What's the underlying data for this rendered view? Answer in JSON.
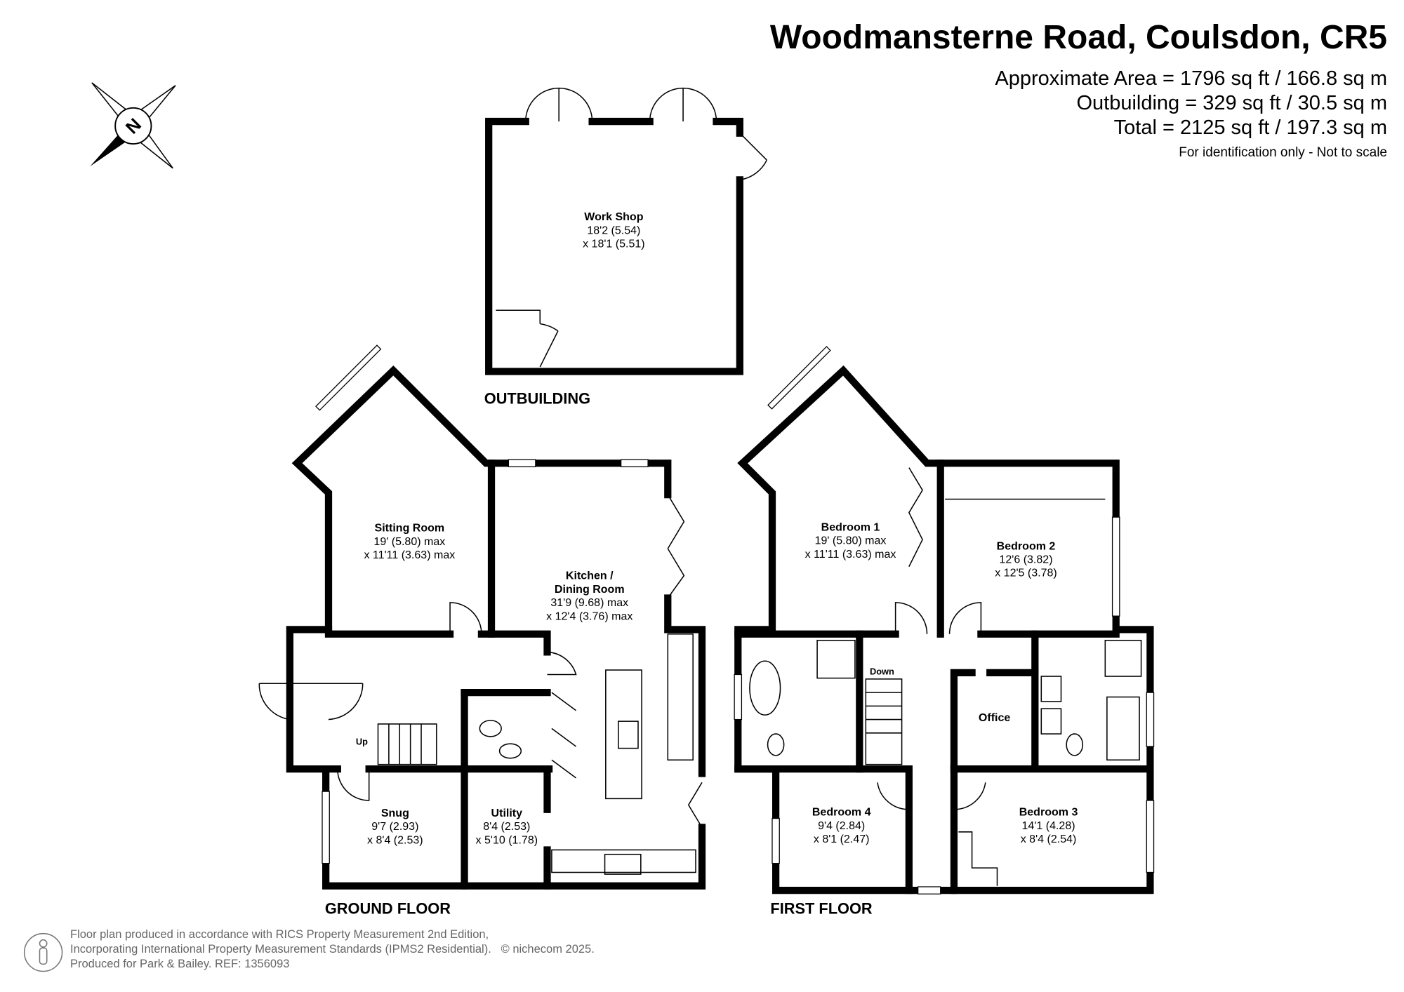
{
  "header": {
    "title": "Woodmansterne Road, Coulsdon, CR5",
    "approx_area": "Approximate Area = 1796 sq ft / 166.8 sq m",
    "outbuilding_area": "Outbuilding = 329 sq ft / 30.5 sq m",
    "total_area": "Total = 2125 sq ft / 197.3 sq m",
    "disclaimer": "For identification only - Not to scale"
  },
  "compass": {
    "letter": "N"
  },
  "floors": {
    "outbuilding": "OUTBUILDING",
    "ground": "GROUND FLOOR",
    "first": "FIRST FLOOR"
  },
  "rooms": {
    "workshop": {
      "name": "Work Shop",
      "dim1": "18'2 (5.54)",
      "dim2": "x 18'1 (5.51)"
    },
    "sitting": {
      "name": "Sitting Room",
      "dim1": "19' (5.80) max",
      "dim2": "x 11'11 (3.63) max"
    },
    "kitchen": {
      "name1": "Kitchen /",
      "name2": "Dining Room",
      "dim1": "31'9 (9.68) max",
      "dim2": "x 12'4 (3.76) max"
    },
    "snug": {
      "name": "Snug",
      "dim1": "9'7 (2.93)",
      "dim2": "x 8'4 (2.53)"
    },
    "utility": {
      "name": "Utility",
      "dim1": "8'4 (2.53)",
      "dim2": "x 5'10 (1.78)"
    },
    "bedroom1": {
      "name": "Bedroom 1",
      "dim1": "19' (5.80) max",
      "dim2": "x 11'11 (3.63) max"
    },
    "bedroom2": {
      "name": "Bedroom 2",
      "dim1": "12'6 (3.82)",
      "dim2": "x 12'5 (3.78)"
    },
    "bedroom3": {
      "name": "Bedroom 3",
      "dim1": "14'1 (4.28)",
      "dim2": "x 8'4 (2.54)"
    },
    "bedroom4": {
      "name": "Bedroom 4",
      "dim1": "9'4 (2.84)",
      "dim2": "x 8'1 (2.47)"
    },
    "office": {
      "name": "Office"
    }
  },
  "stairs": {
    "up": "Up",
    "down": "Down"
  },
  "footer": {
    "line1": "Floor plan produced in accordance with RICS Property Measurement 2nd Edition,",
    "line2": "Incorporating International Property Measurement Standards (IPMS2 Residential).",
    "copyright": "© nichecom 2025.",
    "line3": "Produced for Park & Bailey.   REF:  1356093"
  }
}
